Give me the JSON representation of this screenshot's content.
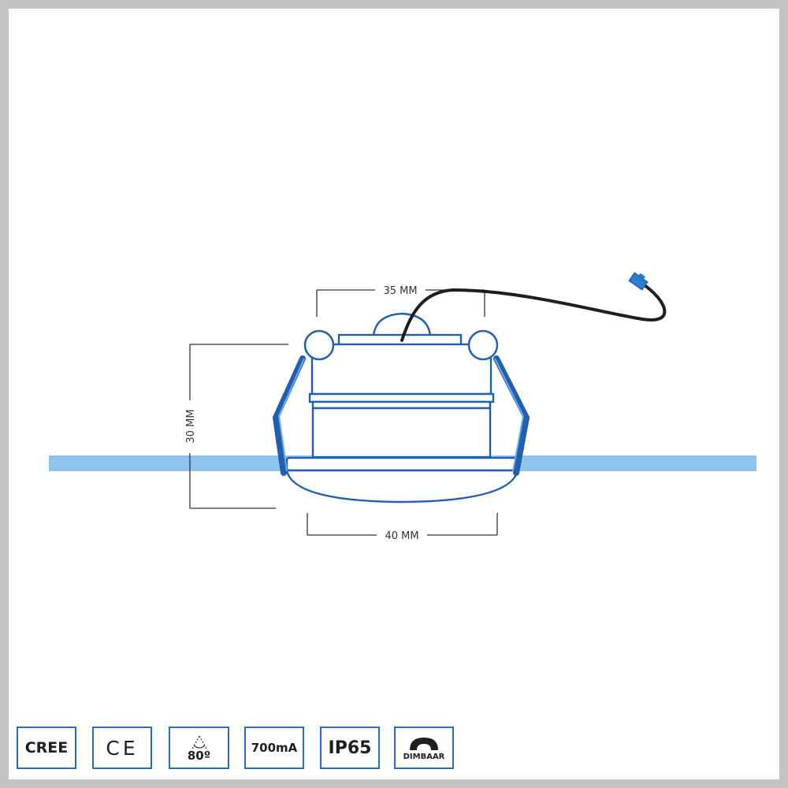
{
  "dimensions": {
    "top_width": "35 MM",
    "height": "30 MM",
    "bottom_width": "40 MM"
  },
  "badges": {
    "cree": "CREE",
    "ce": "CE",
    "beam_angle": "80º",
    "current": "700mA",
    "ip_rating": "IP65",
    "dimmable": "DIMBAAR"
  },
  "colors": {
    "frame": "#c3c3c3",
    "outline": "#1f5fae",
    "ceiling": "#8ec3ec",
    "badge_border": "#2b6cb8"
  }
}
